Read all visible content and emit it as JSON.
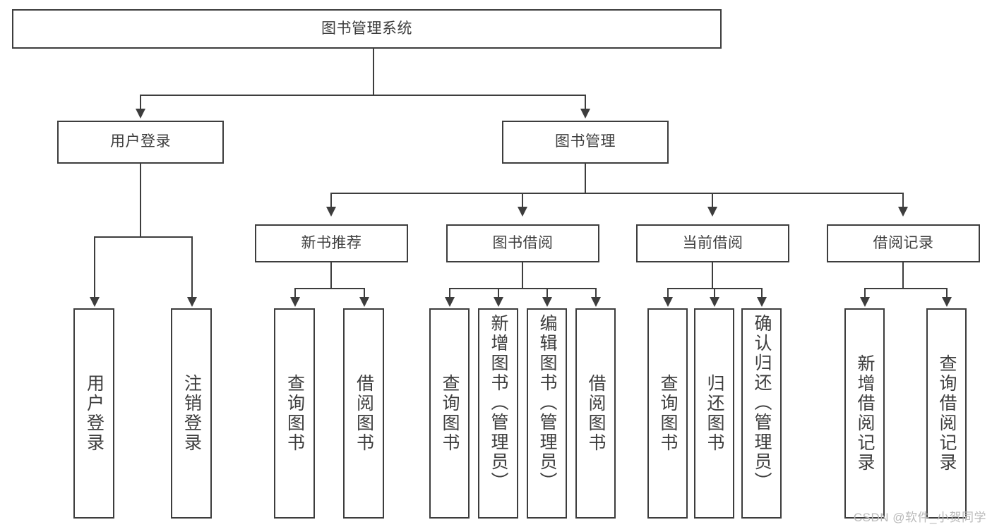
{
  "diagram": {
    "title": "图书管理系统",
    "type": "tree-hierarchy-diagram",
    "colors": {
      "background": "#ffffff",
      "box_border": "#3d3d3d",
      "box_fill": "#ffffff",
      "text": "#3d3d3d",
      "connector": "#3d3d3d",
      "watermark": "#b9b9b9"
    },
    "root": {
      "label": "图书管理系统"
    },
    "level2": [
      {
        "label": "用户登录"
      },
      {
        "label": "图书管理"
      }
    ],
    "level3": [
      {
        "label": "新书推荐"
      },
      {
        "label": "图书借阅"
      },
      {
        "label": "当前借阅"
      },
      {
        "label": "借阅记录"
      }
    ],
    "leaves": {
      "user_login": [
        {
          "label": "用户登录"
        },
        {
          "label": "注销登录"
        }
      ],
      "new_book_recommend": [
        {
          "label": "查询图书"
        },
        {
          "label": "借阅图书"
        }
      ],
      "book_borrow": [
        {
          "label": "查询图书"
        },
        {
          "label": "新增图书（管理员）"
        },
        {
          "label": "编辑图书（管理员）"
        },
        {
          "label": "借阅图书"
        }
      ],
      "current_borrow": [
        {
          "label": "查询图书"
        },
        {
          "label": "归还图书"
        },
        {
          "label": "确认归还（管理员）"
        }
      ],
      "borrow_records": [
        {
          "label": "新增借阅记录"
        },
        {
          "label": "查询借阅记录"
        }
      ]
    },
    "watermark": "CSDN @软件_小贺同学"
  }
}
